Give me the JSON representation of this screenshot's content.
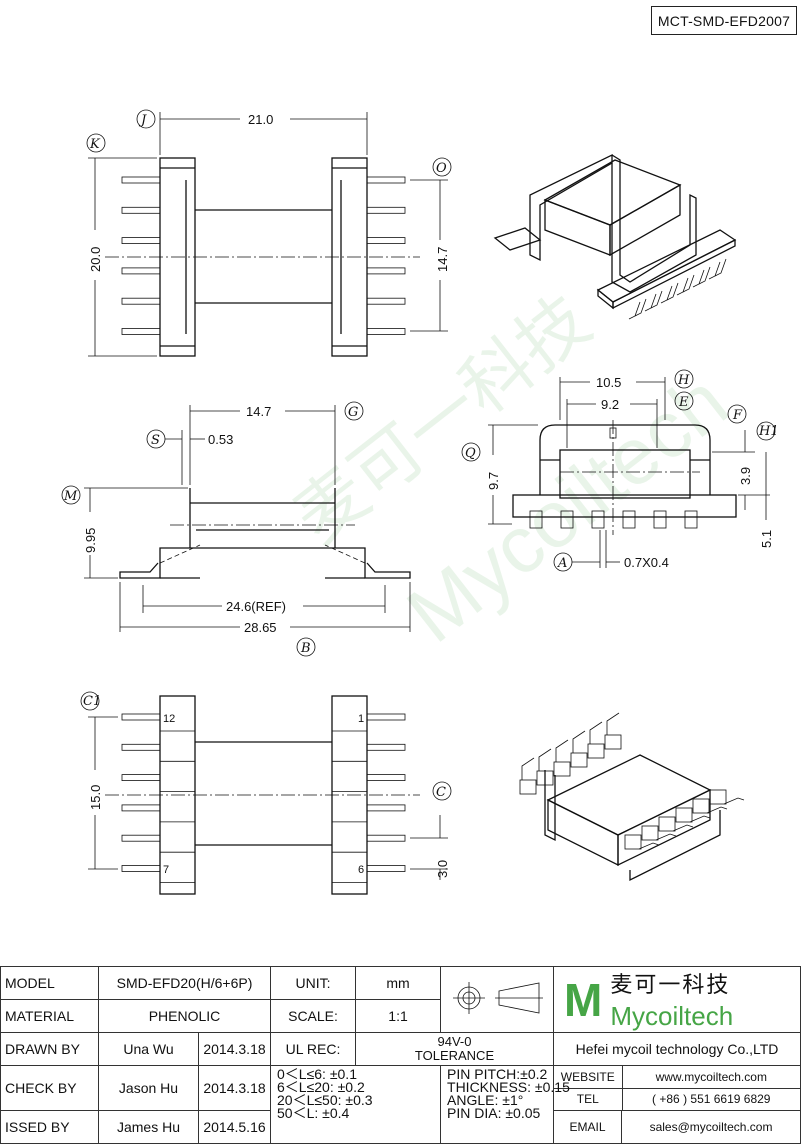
{
  "drawing_code": "MCT-SMD-EFD2007",
  "watermark": {
    "cn": "麦可一科技",
    "en": "Mycoiltech"
  },
  "top_view": {
    "dim_width": "21.0",
    "dim_height": "20.0",
    "dim_pin_span": "14.7",
    "markers": [
      "J",
      "K",
      "O"
    ]
  },
  "side_view": {
    "dim_inner": "14.7",
    "dim_flange": "0.53",
    "dim_height": "9.95",
    "dim_ref": "24.6(REF)",
    "dim_overall": "28.65",
    "markers": [
      "S",
      "G",
      "M",
      "B"
    ]
  },
  "end_view": {
    "dim_outer": "10.5",
    "dim_inner": "9.2",
    "dim_height": "9.7",
    "dim_mid": "3.9",
    "dim_total": "5.1",
    "dim_pin": "0.7X0.4",
    "markers": [
      "H",
      "E",
      "F",
      "H1",
      "Q",
      "A"
    ]
  },
  "bottom_view": {
    "dim_span": "15.0",
    "dim_pitch": "3.0",
    "pin_labels": {
      "top_left": "12",
      "bottom_left": "7",
      "top_right": "1",
      "bottom_right": "6"
    },
    "markers": [
      "C1",
      "C"
    ]
  },
  "title_block": {
    "rows": [
      {
        "label": "MODEL",
        "value": "SMD-EFD20(H/6+6P)",
        "key": "UNIT:",
        "kval": "mm"
      },
      {
        "label": "MATERIAL",
        "value": "PHENOLIC",
        "key": "SCALE:",
        "kval": "1:1"
      },
      {
        "label": "DRAWN BY",
        "value": "Una Wu",
        "date": "2014.3.18",
        "key": "UL REC:",
        "kval": "94V-0"
      },
      {
        "label": "CHECK BY",
        "value": "Jason Hu",
        "date": "2014.3.18"
      },
      {
        "label": "ISSED BY",
        "value": "James Hu",
        "date": "2014.5.16"
      }
    ],
    "tolerance_title": "TOLERANCE",
    "tol_left": [
      "0＜L≤6:  ±0.1",
      "6＜L≤20:  ±0.2",
      "20＜L≤50:  ±0.3",
      "50＜L:  ±0.4"
    ],
    "tol_right": [
      "PIN PITCH:±0.2",
      "THICKNESS:  ±0.15",
      "ANGLE:  ±1°",
      "PIN DIA:  ±0.05"
    ],
    "company_cn": "麦可一科技",
    "company_en": "Mycoiltech",
    "company_full": "Hefei mycoil technology Co.,LTD",
    "contact": [
      {
        "key": "WEBSITE",
        "value": "www.mycoiltech.com"
      },
      {
        "key": "TEL",
        "value": "( +86 ) 551 6619 6829"
      },
      {
        "key": "EMAIL",
        "value": "sales@mycoiltech.com"
      }
    ],
    "colors": {
      "brand": "#46a546"
    }
  }
}
